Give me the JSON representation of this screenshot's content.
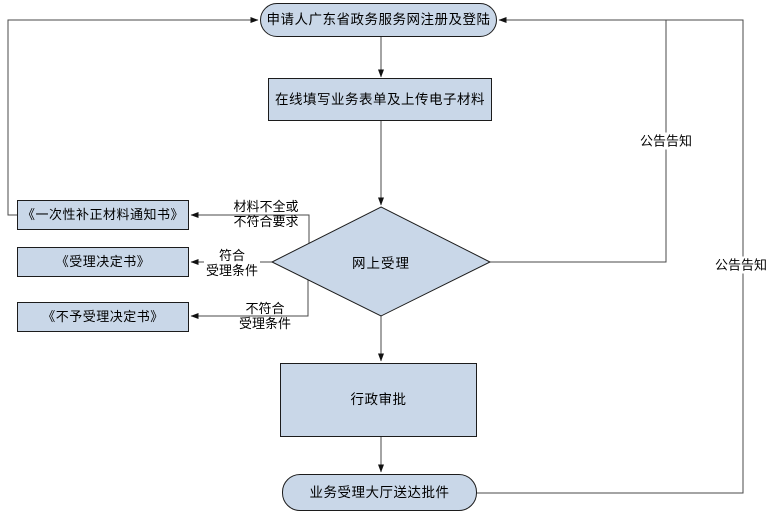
{
  "colors": {
    "node_fill": "#c9d7e8",
    "node_border": "#1c1c1c",
    "connector": "#4a4a4a",
    "arrowhead": "#111111",
    "background": "#ffffff"
  },
  "nodes": {
    "start": "申请人广东省政务服务网注册及登陆",
    "online_form": "在线填写业务表单及上传电子材料",
    "decision": "网上受理",
    "doc_supplement": "《一次性补正材料通知书》",
    "doc_accept": "《受理决定书》",
    "doc_reject": "《不予受理决定书》",
    "approval": "行政审批",
    "delivery": "业务受理大厅送达批件"
  },
  "edge_labels": {
    "incomplete_line1": "材料不全或",
    "incomplete_line2": "不符合要求",
    "accept_line1": "符合",
    "accept_line2": "受理条件",
    "reject_line1": "不符合",
    "reject_line2": "受理条件",
    "announce_upper": "公告告知",
    "announce_lower": "公告告知"
  }
}
